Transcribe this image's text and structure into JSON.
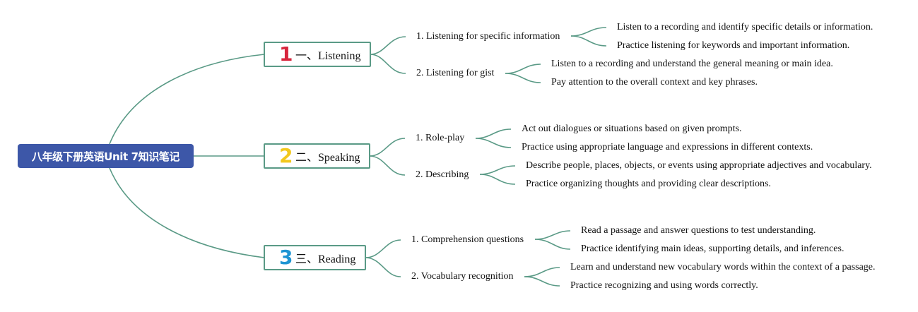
{
  "root": {
    "label": "八年级下册英语Unit 7知识笔记"
  },
  "branches": [
    {
      "number": "1",
      "number_color": "#d7263d",
      "label": "一、Listening",
      "subs": [
        {
          "label": "1. Listening for specific information",
          "leaves": [
            "Listen to a recording and identify specific details or information.",
            "Practice listening for keywords and important information."
          ]
        },
        {
          "label": "2. Listening for gist",
          "leaves": [
            "Listen to a recording and understand the general meaning or main idea.",
            "Pay attention to the overall context and key phrases."
          ]
        }
      ]
    },
    {
      "number": "2",
      "number_color": "#f2c81e",
      "label": "二、Speaking",
      "subs": [
        {
          "label": "1. Role-play",
          "leaves": [
            "Act out dialogues or situations based on given prompts.",
            "Practice using appropriate language and expressions in different contexts."
          ]
        },
        {
          "label": "2. Describing",
          "leaves": [
            "Describe people, places, objects, or events using appropriate adjectives and vocabulary.",
            "Practice organizing thoughts and providing clear descriptions."
          ]
        }
      ]
    },
    {
      "number": "3",
      "number_color": "#1e95d3",
      "label": "三、Reading",
      "subs": [
        {
          "label": "1. Comprehension questions",
          "leaves": [
            "Read a passage and answer questions to test understanding.",
            "Practice identifying main ideas, supporting details, and inferences."
          ]
        },
        {
          "label": "2. Vocabulary recognition",
          "leaves": [
            "Learn and understand new vocabulary words within the context of a passage.",
            "Practice recognizing and using words correctly."
          ]
        }
      ]
    }
  ],
  "colors": {
    "root_bg": "#3d57a8",
    "connector": "#5a9a86"
  }
}
